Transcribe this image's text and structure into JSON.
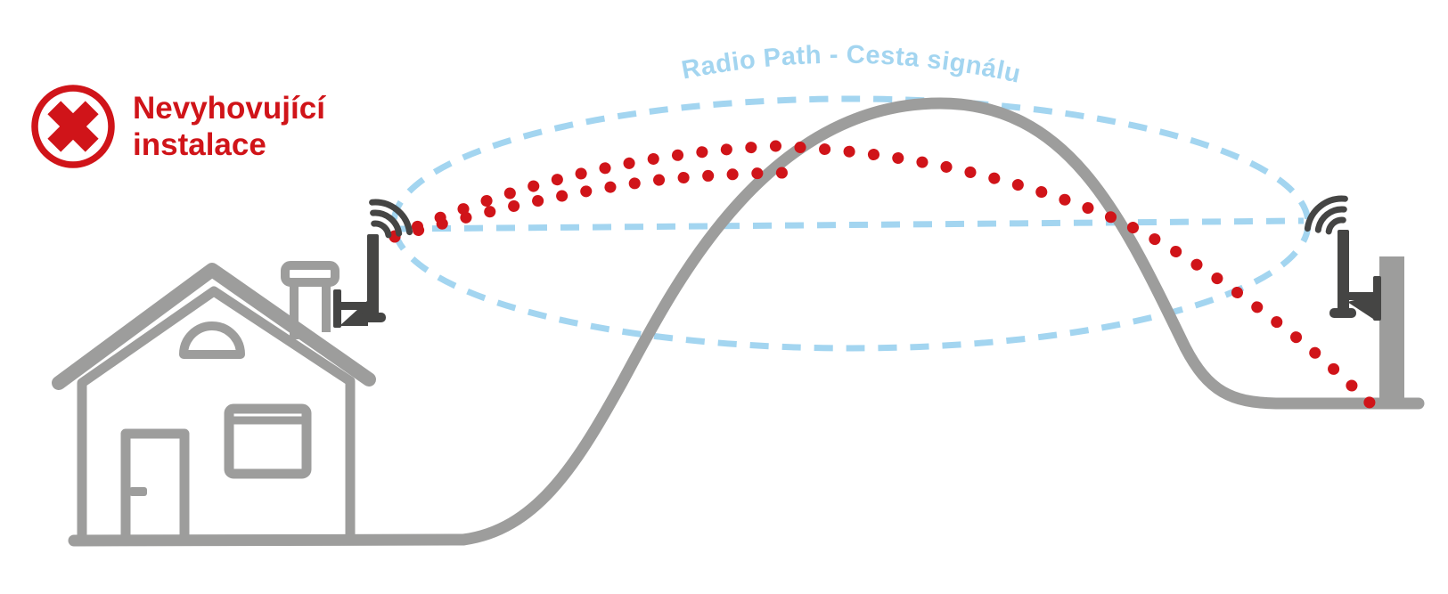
{
  "title_badge": {
    "icon": "x-circle-icon",
    "line1": "Nevyhovující",
    "line2": "instalace"
  },
  "diagram": {
    "radio_path_label": "Radio Path - Cesta signálu",
    "elements": {
      "left_building": "house-icon",
      "left_antenna": "wifi-antenna-icon",
      "right_antenna": "wifi-antenna-icon",
      "right_mount": "mounting-pole",
      "obstacle": "terrain-hill",
      "fresnel_zone": "dashed-ellipse",
      "line_of_sight": "dashed-line",
      "blocked_signal": "red-dotted-path"
    }
  },
  "colors": {
    "accent_red": "#d01419",
    "signal_blue": "#a3d5f0",
    "structure_gray": "#9d9d9c",
    "antenna_dark": "#454544"
  }
}
